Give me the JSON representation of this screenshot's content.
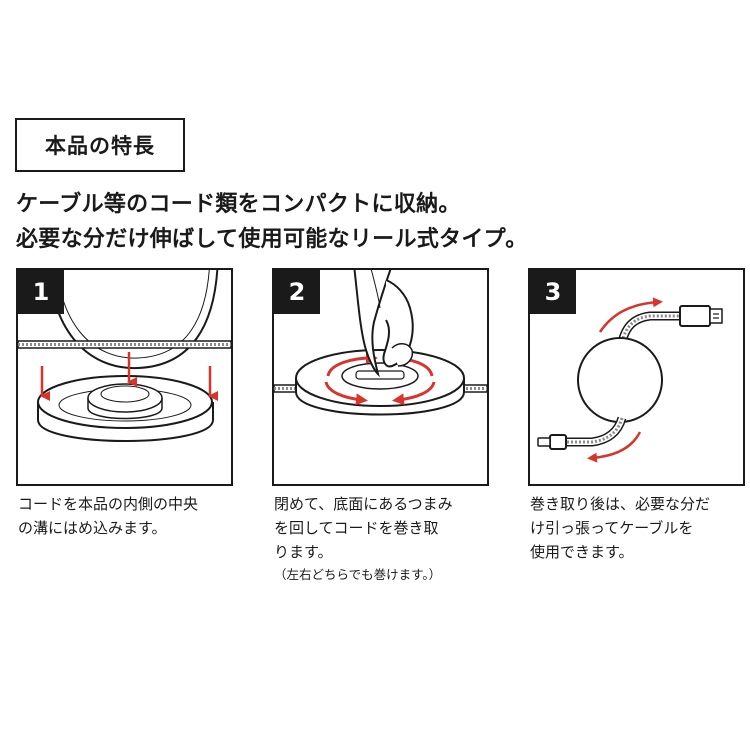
{
  "title": "本品の特長",
  "intro": {
    "line1": "ケーブル等のコード類をコンパクトに収納。",
    "line2": "必要な分だけ伸ばして使用可能なリール式タイプ。"
  },
  "steps": [
    {
      "number": "1",
      "lines": [
        "コードを本品の内側の中央",
        "の溝にはめ込みます。"
      ]
    },
    {
      "number": "2",
      "lines": [
        "閉めて、底面にあるつまみ",
        "を回してコードを巻き取",
        "ります。"
      ],
      "note": "（左右どちらでも巻けます。）"
    },
    {
      "number": "3",
      "lines": [
        "巻き取り後は、必要な分だ",
        "け引っ張ってケーブルを",
        "使用できます。"
      ]
    }
  ],
  "colors": {
    "arrow": "#d9342b",
    "ink": "#1a1a1a",
    "hatch": "#8a8a8a"
  },
  "icons": [
    "down-arrow-icon",
    "rotate-arrow-icon",
    "hand-icon",
    "usb-plug-icon",
    "lightning-plug-icon"
  ]
}
